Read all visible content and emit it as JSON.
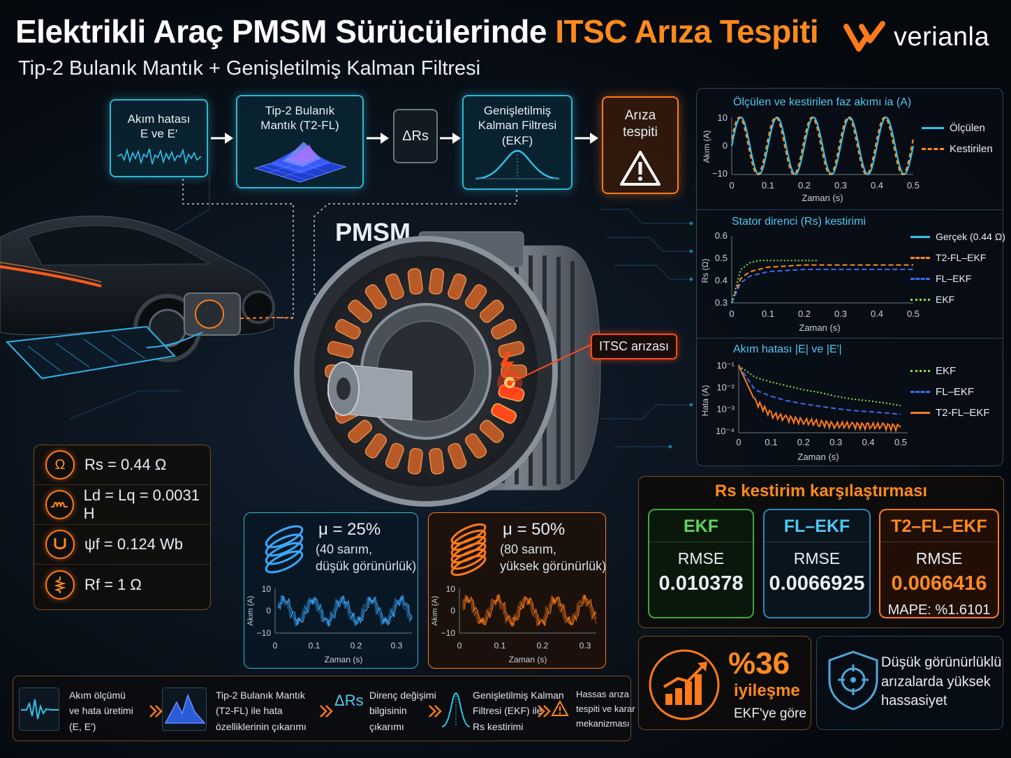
{
  "header": {
    "title_main": "Elektrikli Araç PMSM Sürücülerinde ",
    "title_highlight": "ITSC Arıza Tespiti",
    "subtitle": "Tip-2 Bulanık Mantık + Genişletilmiş Kalman Filtresi",
    "logo_text": "verianla"
  },
  "flow": {
    "box1": [
      "Akım hatası",
      "E ve E′"
    ],
    "box2": [
      "Tip-2 Bulanık",
      "Mantık (T2-FL)"
    ],
    "box3": "ΔRs",
    "box4": [
      "Genişletilmiş",
      "Kalman Filtresi",
      "(EKF)"
    ],
    "box5": [
      "Arıza",
      "tespiti"
    ]
  },
  "motor": {
    "label": "PMSM",
    "fault_label": "ITSC arızası"
  },
  "parameters": [
    {
      "icon": "omega-icon",
      "text": "Rs = 0.44 Ω"
    },
    {
      "icon": "inductor-icon",
      "text": "Ld = Lq = 0.0031 H"
    },
    {
      "icon": "magnet-icon",
      "text": "ψf = 0.124 Wb"
    },
    {
      "icon": "resistor-icon",
      "text": "Rf = 1 Ω"
    }
  ],
  "mu_cases": [
    {
      "head": "μ = 25%",
      "sub": [
        "(40 sarım,",
        "düşük görünürlük)"
      ],
      "ylabel": "Akım (A)",
      "xlabel": "Zaman (s)",
      "yticks": [
        "10",
        "0",
        "−10"
      ],
      "xticks": [
        "0",
        "0.1",
        "0.2",
        "0.3"
      ],
      "color": "#3aa8ff"
    },
    {
      "head": "μ = 50%",
      "sub": [
        "(80 sarım,",
        "yüksek görünürlük)"
      ],
      "ylabel": "Akım (A)",
      "xlabel": "Zaman (s)",
      "yticks": [
        "10",
        "0",
        "−10"
      ],
      "xticks": [
        "0",
        "0.1",
        "0.2",
        "0.3"
      ],
      "color": "#ff7a1a"
    }
  ],
  "charts": {
    "phase_current": {
      "title": "Ölçülen ve kestirilen faz akımı ia (A)",
      "ylabel": "Akım (A)",
      "xlabel": "Zaman (s)",
      "yticks": [
        "10",
        "0",
        "−10"
      ],
      "xticks": [
        "0",
        "0.1",
        "0.2",
        "0.3",
        "0.4",
        "0.5"
      ],
      "legend": [
        "Ölçülen",
        "Kestirilen"
      ]
    },
    "stator_resistance": {
      "title": "Stator direnci (Rs) kestirimi",
      "ylabel": "Rs (Ω)",
      "xlabel": "Zaman (s)",
      "yticks": [
        "0.6",
        "0.5",
        "0.4",
        "0.3"
      ],
      "xticks": [
        "0",
        "0.1",
        "0.2",
        "0.3",
        "0.4",
        "0.5"
      ],
      "legend": [
        "Gerçek (0.44 Ω)",
        "T2-FL–EKF",
        "FL–EKF",
        "EKF"
      ]
    },
    "current_error": {
      "title": "Akım hatası |E| ve |E′|",
      "ylabel": "Hata (A)",
      "xlabel": "Zaman (s)",
      "yticks": [
        "10⁻¹",
        "10⁻²",
        "10⁻³",
        "10⁻⁴"
      ],
      "xticks": [
        "0",
        "0.1",
        "0.2",
        "0.3",
        "0.4",
        "0.5"
      ],
      "legend": [
        "EKF",
        "FL–EKF",
        "T2-FL–EKF"
      ]
    }
  },
  "chart_data": [
    {
      "type": "line",
      "title": "Ölçülen ve kestirilen faz akımı ia (A)",
      "xlabel": "Zaman (s)",
      "ylabel": "Akım (A)",
      "xlim": [
        0,
        0.5
      ],
      "ylim": [
        -10,
        10
      ],
      "series": [
        {
          "name": "Ölçülen",
          "amplitude": 10,
          "frequency_hz": 10,
          "color": "#2fc4ec"
        },
        {
          "name": "Kestirilen",
          "amplitude": 10,
          "frequency_hz": 10,
          "color": "#ff8a1e"
        }
      ]
    },
    {
      "type": "line",
      "title": "Stator direnci (Rs) kestirimi",
      "xlabel": "Zaman (s)",
      "ylabel": "Rs (Ω)",
      "xlim": [
        0,
        0.5
      ],
      "ylim": [
        0.3,
        0.6
      ],
      "x": [
        0,
        0.025,
        0.05,
        0.1,
        0.15,
        0.2,
        0.25,
        0.3,
        0.4,
        0.5
      ],
      "series": [
        {
          "name": "Gerçek (0.44 Ω)",
          "values": [
            0.44,
            0.44,
            0.44,
            0.44,
            0.44,
            0.44,
            0.44,
            0.44,
            0.44,
            0.44
          ],
          "color": "#2fc4ec"
        },
        {
          "name": "T2-FL–EKF",
          "values": [
            0.3,
            0.41,
            0.44,
            0.46,
            0.465,
            0.47,
            0.47,
            0.47,
            0.47,
            0.47
          ],
          "color": "#ff8a1e"
        },
        {
          "name": "FL–EKF",
          "values": [
            0.3,
            0.39,
            0.42,
            0.44,
            0.445,
            0.45,
            0.45,
            0.45,
            0.45,
            0.45
          ],
          "color": "#3a6cf0"
        },
        {
          "name": "EKF",
          "values": [
            0.3,
            0.45,
            0.48,
            0.49,
            0.49,
            0.49,
            0.49
          ],
          "color": "#8be04a"
        }
      ]
    },
    {
      "type": "line",
      "title": "Akım hatası |E| ve |E′|",
      "xlabel": "Zaman (s)",
      "ylabel": "Hata (A)",
      "xlim": [
        0,
        0.5
      ],
      "ylim": [
        0.0001,
        0.1
      ],
      "yscale": "log",
      "x": [
        0,
        0.05,
        0.1,
        0.15,
        0.2,
        0.25,
        0.3,
        0.35,
        0.4,
        0.45,
        0.5
      ],
      "series": [
        {
          "name": "EKF",
          "values": [
            0.1,
            0.03,
            0.018,
            0.012,
            0.008,
            0.006,
            0.004,
            0.003,
            0.0025,
            0.002,
            0.0015
          ],
          "color": "#8be04a"
        },
        {
          "name": "FL–EKF",
          "values": [
            0.1,
            0.008,
            0.004,
            0.0025,
            0.0018,
            0.0014,
            0.0011,
            0.0009,
            0.0008,
            0.0007,
            0.0006
          ],
          "color": "#3a6cf0"
        },
        {
          "name": "T2-FL–EKF",
          "values": [
            0.1,
            0.0025,
            0.0006,
            0.0004,
            0.0003,
            0.00025,
            0.0002,
            0.0002,
            0.00018,
            0.00018,
            0.00016
          ],
          "color": "#ff7a1a"
        }
      ]
    }
  ],
  "comparison": {
    "title": "Rs kestirim karşılaştırması",
    "cards": [
      {
        "name": "EKF",
        "label": "RMSE",
        "value": "0.010378",
        "color": "#5fd35a"
      },
      {
        "name": "FL–EKF",
        "label": "RMSE",
        "value": "0.0066925",
        "color": "#4fc8f0"
      },
      {
        "name": "T2–FL–EKF",
        "label": "RMSE",
        "value": "0.0066416",
        "mape": "MAPE: %1.6101",
        "color": "#ff8a1e"
      }
    ]
  },
  "improvement": {
    "value": "%36",
    "label": "iyileşme",
    "ref": "EKF'ye göre"
  },
  "sensitivity": [
    "Düşük görünürlüklü",
    "arızalarda yüksek",
    "hassasiyet"
  ],
  "bottom_flow": [
    [
      "Akım ölçümü",
      "ve hata üretimi",
      "(E, E′)"
    ],
    [
      "Tip-2 Bulanık Mantık",
      "(T2-FL) ile hata",
      "özelliklerinin çıkarımı"
    ],
    [
      "Direnç değişimi",
      "bilgisinin",
      "çıkarımı"
    ],
    [
      "Genişletilmiş Kalman",
      "Filtresi (EKF) ile",
      "Rs kestirimi"
    ],
    [
      "Hassas arıza",
      "tespiti ve karar",
      "mekanizması"
    ]
  ],
  "bottom_delta": "ΔRs"
}
